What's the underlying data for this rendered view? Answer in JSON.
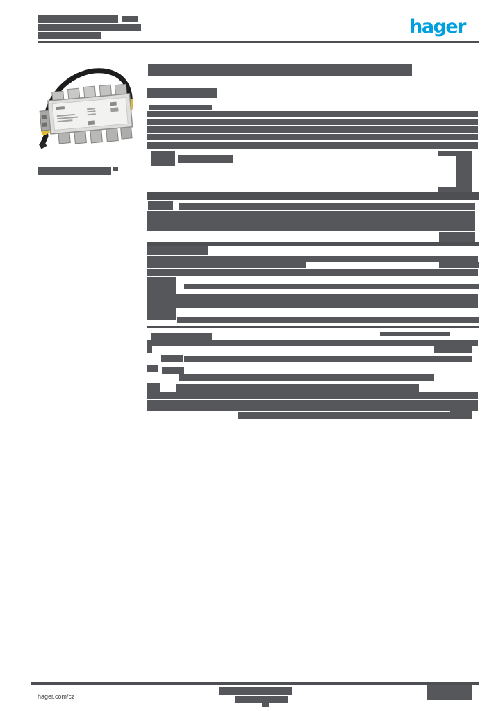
{
  "document": {
    "type": "product-datasheet",
    "brand": "hager",
    "language_hint": "cz"
  },
  "header": {
    "logo_text": "hager"
  },
  "footer": {
    "website_link": "hager.com/cz"
  },
  "colors": {
    "page_background": "#ffffff",
    "blob": "#56575b",
    "rule": "#4e4f53",
    "logo_blue": "#00A0DF",
    "footer_text": "#46474b",
    "device_body": "#dededc",
    "device_label": "#f2f2f0",
    "device_terminal": "#c3c3c1",
    "cable_black": "#1d1d1d",
    "cable_marker_yellow": "#e2ba36"
  },
  "blocks": {
    "header-address-line": [
      [
        55,
        22,
        115,
        11
      ],
      [
        176,
        23,
        22,
        9
      ],
      [
        55,
        34,
        148,
        11
      ],
      [
        55,
        46,
        90,
        10
      ]
    ],
    "header-rule": [
      [
        55,
        59,
        635,
        3,
        "rule"
      ]
    ],
    "product-reference": [
      [
        55,
        241,
        105,
        11
      ],
      [
        163,
        241,
        7,
        5
      ]
    ],
    "page-title": [
      [
        213,
        92,
        380,
        17
      ]
    ],
    "page-subtitle": [
      [
        212,
        127,
        101,
        14
      ]
    ],
    "description-label": [
      [
        214,
        151,
        91,
        8
      ]
    ],
    "description-paragraph": [
      [
        211,
        160,
        477,
        9
      ],
      [
        211,
        171,
        477,
        9
      ],
      [
        211,
        182,
        477,
        9
      ],
      [
        211,
        193,
        477,
        9
      ],
      [
        211,
        204,
        477,
        10
      ]
    ],
    "availability-pictogram": [
      [
        218,
        217,
        34,
        22
      ]
    ],
    "availability-text": [
      [
        256,
        223,
        80,
        12
      ]
    ],
    "corner-figure": [
      [
        630,
        217,
        50,
        7
      ],
      [
        657,
        217,
        23,
        56
      ],
      [
        630,
        270,
        50,
        8
      ]
    ],
    "section-divider-bar": [
      [
        211,
        276,
        479,
        12,
        "rule"
      ]
    ],
    "section-a-header": [
      [
        213,
        289,
        36,
        14
      ]
    ],
    "section-a-rows": [
      [
        258,
        293,
        426,
        10
      ],
      [
        211,
        304,
        473,
        29
      ],
      [
        632,
        334,
        52,
        14
      ]
    ],
    "section-a-rule": [
      [
        211,
        348,
        479,
        6,
        "rule"
      ]
    ],
    "section-b-header": [
      [
        211,
        355,
        89,
        12
      ]
    ],
    "section-b-rows": [
      [
        211,
        368,
        477,
        9
      ],
      [
        211,
        377,
        230,
        9
      ],
      [
        632,
        377,
        58,
        9
      ],
      [
        211,
        388,
        477,
        10
      ],
      [
        211,
        399,
        43,
        62
      ],
      [
        265,
        409,
        425,
        7
      ],
      [
        211,
        424,
        477,
        20
      ],
      [
        255,
        456,
        435,
        9
      ]
    ],
    "section-b-rule": [
      [
        211,
        469,
        479,
        4,
        "rule"
      ]
    ],
    "section-c-header": [
      [
        217,
        479,
        88,
        11
      ],
      [
        547,
        478,
        100,
        6
      ]
    ],
    "section-c-rows": [
      [
        211,
        489,
        477,
        9
      ],
      [
        211,
        499,
        8,
        9
      ],
      [
        625,
        499,
        55,
        10
      ],
      [
        232,
        511,
        31,
        11
      ],
      [
        265,
        513,
        415,
        9
      ],
      [
        211,
        526,
        16,
        10
      ],
      [
        233,
        528,
        32,
        11
      ],
      [
        257,
        538,
        368,
        11
      ],
      [
        211,
        551,
        20,
        14
      ],
      [
        253,
        553,
        350,
        11
      ],
      [
        211,
        565,
        477,
        10
      ],
      [
        211,
        576,
        477,
        16
      ],
      [
        647,
        576,
        33,
        27
      ],
      [
        343,
        594,
        304,
        10
      ]
    ],
    "footer-rule": [
      [
        45,
        982,
        645,
        5,
        "rule"
      ]
    ],
    "footer-center-text": [
      [
        315,
        990,
        105,
        11
      ],
      [
        338,
        1002,
        77,
        10
      ],
      [
        377,
        1013,
        10,
        5
      ]
    ],
    "footer-right-block": [
      [
        615,
        986,
        65,
        22
      ]
    ]
  }
}
